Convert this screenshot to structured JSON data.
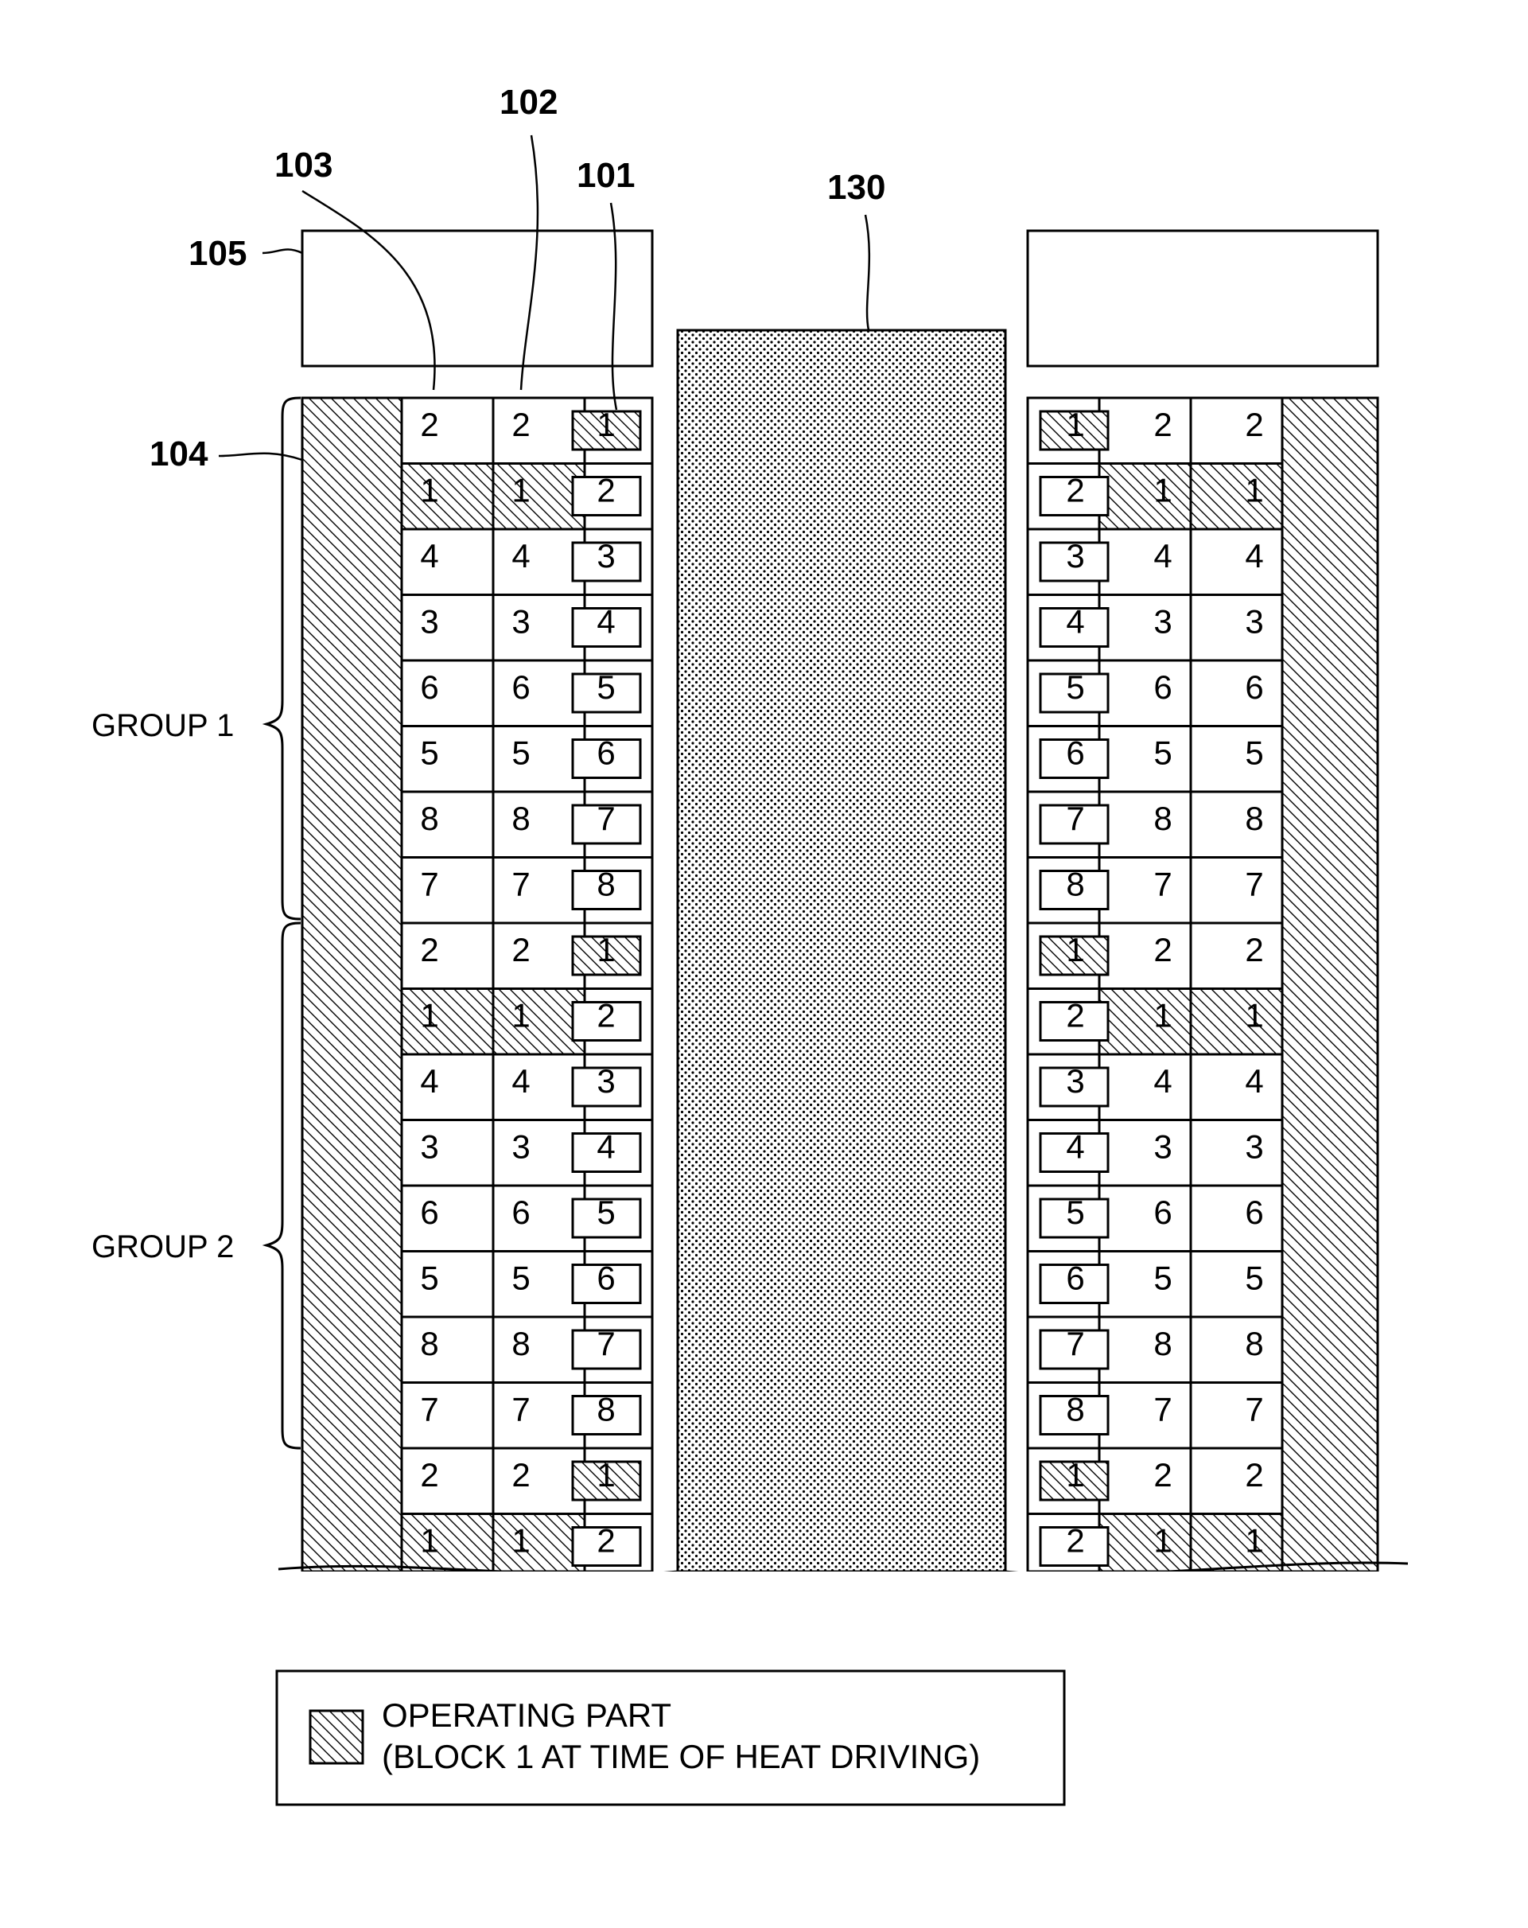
{
  "references": {
    "r101": "101",
    "r102": "102",
    "r103": "103",
    "r104": "104",
    "r105": "105",
    "r130": "130"
  },
  "groups": [
    "GROUP 1",
    "GROUP 2"
  ],
  "rows": {
    "outer": [
      "2",
      "1",
      "4",
      "3",
      "6",
      "5",
      "8",
      "7",
      "2",
      "1",
      "4",
      "3",
      "6",
      "5",
      "8",
      "7",
      "2",
      "1"
    ],
    "middle": [
      "2",
      "1",
      "4",
      "3",
      "6",
      "5",
      "8",
      "7",
      "2",
      "1",
      "4",
      "3",
      "6",
      "5",
      "8",
      "7",
      "2",
      "1"
    ],
    "inner": [
      "1",
      "2",
      "3",
      "4",
      "5",
      "6",
      "7",
      "8",
      "1",
      "2",
      "3",
      "4",
      "5",
      "6",
      "7",
      "8",
      "1",
      "2"
    ]
  },
  "legend": {
    "line1": "OPERATING PART",
    "line2": "(BLOCK 1 AT TIME OF HEAT DRIVING)"
  }
}
